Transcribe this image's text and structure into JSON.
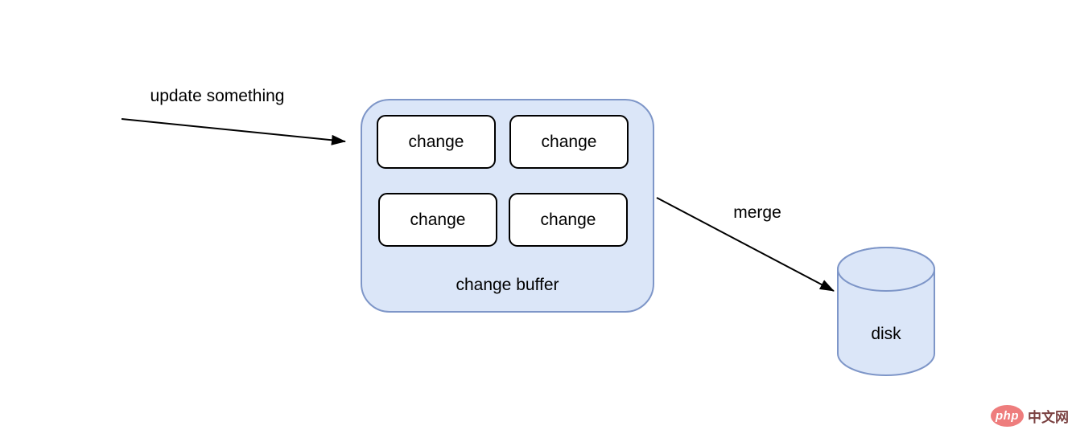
{
  "diagram": {
    "update_label": "update something",
    "buffer": {
      "label": "change buffer",
      "items": [
        "change",
        "change",
        "change",
        "change"
      ]
    },
    "merge_label": "merge",
    "disk_label": "disk",
    "colors": {
      "node_fill": "#dbe6f8",
      "node_stroke": "#7e96c8",
      "change_box_fill": "#ffffff",
      "change_box_stroke": "#000000",
      "arrow": "#000000"
    }
  },
  "watermark": {
    "logo_text": "php",
    "site_text": "中文网",
    "logo_color": "#ee7d7d",
    "site_text_color": "#7a4141"
  }
}
